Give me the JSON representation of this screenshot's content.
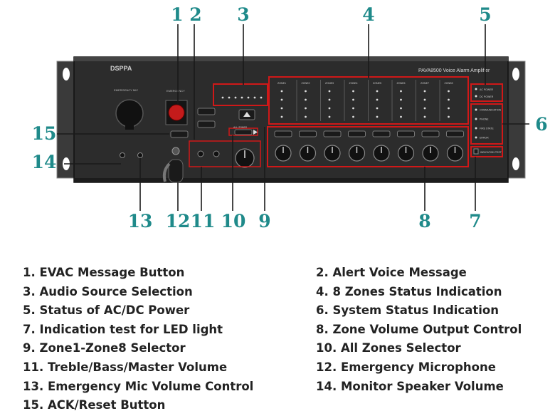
{
  "device": {
    "brand": "DSPPA",
    "model": "PAVA8500 Voice Alarm Amplifier",
    "emergency_mic_label": "EMERGENCY MIC",
    "emergency_label": "EMERGENCY",
    "zones": [
      "ZONE1",
      "ZONE2",
      "ZONE3",
      "ZONE4",
      "ZONE5",
      "ZONE6",
      "ZONE7",
      "ZONE8"
    ],
    "ac_power": "AC POWER",
    "dc_power": "DC POWER",
    "status_items": [
      "COMMUNICATION",
      "PHONE",
      "FIRE STATE",
      "ERROR"
    ],
    "indication_test": "INDICATION TEST",
    "all_zones": "ALL ZONES"
  },
  "callouts": [
    "1",
    "2",
    "3",
    "4",
    "5",
    "6",
    "7",
    "8",
    "9",
    "10",
    "11",
    "12",
    "13",
    "14",
    "15"
  ],
  "legend_left": [
    "1. EVAC Message Button",
    "3. Audio Source Selection",
    "5. Status of AC/DC Power",
    "7. Indication test for LED light",
    "9. Zone1-Zone8 Selector",
    "11. Treble/Bass/Master Volume",
    "13. Emergency Mic Volume Control",
    "15. ACK/Reset Button"
  ],
  "legend_right": [
    "2. Alert Voice Message",
    "4. 8 Zones Status Indication",
    "6. System Status Indication",
    "8. Zone Volume Output Control",
    "10. All Zones Selector",
    "12. Emergency Microphone",
    "14. Monitor Speaker Volume"
  ],
  "colors": {
    "callout": "#1f8a8a",
    "panel": "#2e2e2e",
    "highlight": "#d01818",
    "evac_button": "#c41b1b"
  }
}
